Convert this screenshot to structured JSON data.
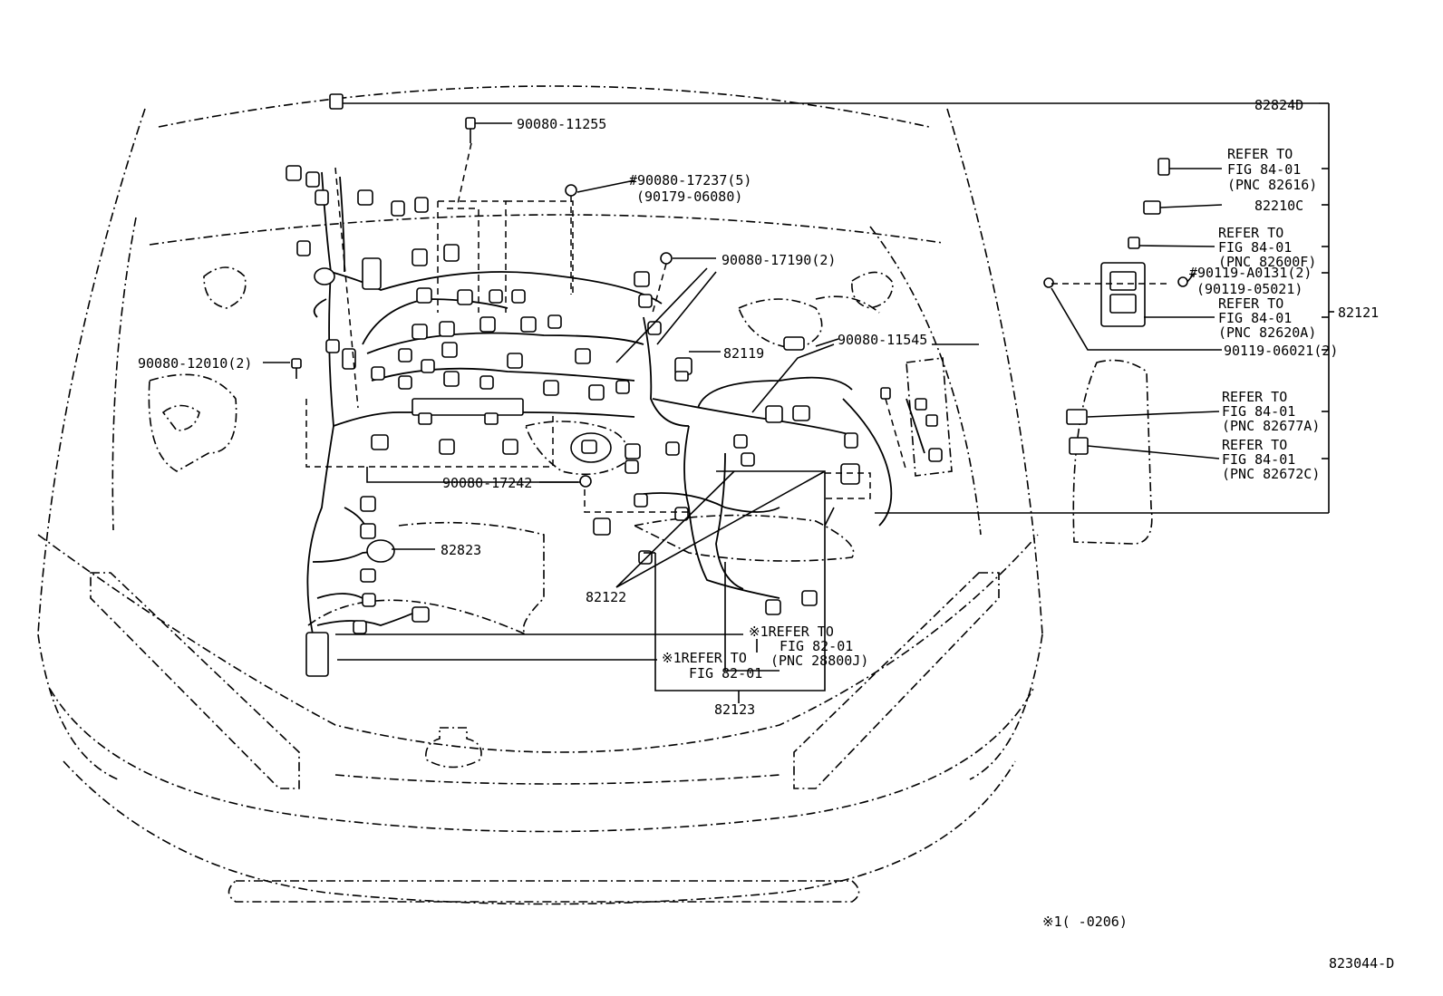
{
  "labels": {
    "p82824D": "82824D",
    "p9008011255": "90080-11255",
    "p9008017237": "#90080-17237(5)",
    "p9017906080": "(90179-06080)",
    "refer84_82616_a": "REFER TO",
    "refer84_82616_b": "FIG 84-01",
    "refer84_82616_c": "(PNC 82616)",
    "p82210C": "82210C",
    "refer84_82600F_a": "REFER TO",
    "refer84_82600F_b": "FIG 84-01",
    "refer84_82600F_c": "(PNC 82600F)",
    "p9008017190": "90080-17190(2)",
    "p90119A0131": "#90119-A0131(2)",
    "p9011905021": "(90119-05021)",
    "refer84_82620A_a": "REFER TO",
    "refer84_82620A_b": "FIG 84-01",
    "refer84_82620A_c": "(PNC 82620A)",
    "p82121": "82121",
    "p9011906021": "90119-06021(2)",
    "p9008012010": "90080-12010(2)",
    "p82119": "82119",
    "p9008011545": "90080-11545",
    "refer84_82677A_a": "REFER TO",
    "refer84_82677A_b": "FIG 84-01",
    "refer84_82677A_c": "(PNC 82677A)",
    "refer84_82672C_a": "REFER TO",
    "refer84_82672C_b": "FIG 84-01",
    "refer84_82672C_c": "(PNC 82672C)",
    "p9008017242": "90080-17242",
    "p82823": "82823",
    "p82122": "82122",
    "refer82_28800J_a": "※1REFER TO",
    "refer82_28800J_b": "FIG 82-01",
    "refer82_28800J_c": "(PNC 28800J)",
    "refer82_b_a": "※1REFER TO",
    "refer82_b_b": "FIG 82-01",
    "p82123": "82123",
    "note": "※1(      -0206)",
    "figure_code": "823044-D"
  }
}
